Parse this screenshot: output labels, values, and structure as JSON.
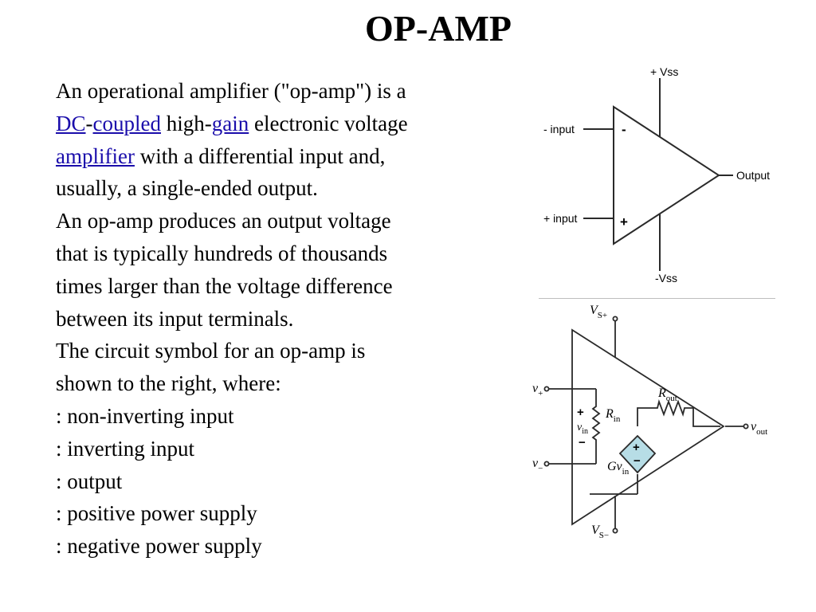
{
  "slide": {
    "title": "OP-AMP"
  },
  "body": {
    "p1_text1": "An operational amplifier (\"op-amp\") is a",
    "p1_link_dc": "DC",
    "p1_dash": "-",
    "p1_link_coupled": "coupled",
    "p1_text2": " high-",
    "p1_link_gain": "gain",
    "p1_text3": " electronic voltage",
    "p1_link_amplifier": "amplifier",
    "p1_text4": " with a differential input and,",
    "p1_text5": "usually, a single-ended output.",
    "p2_line1": "An op-amp produces an output voltage",
    "p2_line2": "that is typically hundreds of thousands",
    "p2_line3": "times larger than the voltage difference",
    "p2_line4": "between its input terminals.",
    "p3_line1": "The circuit symbol for an op-amp is",
    "p3_line2": "shown to the right, where:",
    "def1": ": non-inverting input",
    "def2": ": inverting input",
    "def3": ": output",
    "def4": ": positive power supply",
    "def5": ": negative power supply"
  },
  "diagram_symbol": {
    "vss_pos": "+ Vss",
    "input_neg": "- input",
    "input_pos": "+ input",
    "output": "Output",
    "vss_neg": "-Vss",
    "minus_sign": "-",
    "plus_sign": "+"
  },
  "diagram_equivalent": {
    "vs_pos_base": "V",
    "vs_pos_sub": "S+",
    "vp_base": "v",
    "vp_sub": "+",
    "vm_base": "v",
    "vm_sub": "−",
    "rin_base": "R",
    "rin_sub": "in",
    "vin_base": "v",
    "vin_sub": "in",
    "vin_plus": "+",
    "vin_minus": "−",
    "rout_base": "R",
    "rout_sub": "out",
    "gvin_base": "Gv",
    "gvin_sub": "in",
    "vout_base": "v",
    "vout_sub": "out",
    "vs_neg_base": "V",
    "vs_neg_sub": "S−",
    "src_plus": "+",
    "src_minus": "−",
    "source_fill": "#b7dde6"
  }
}
